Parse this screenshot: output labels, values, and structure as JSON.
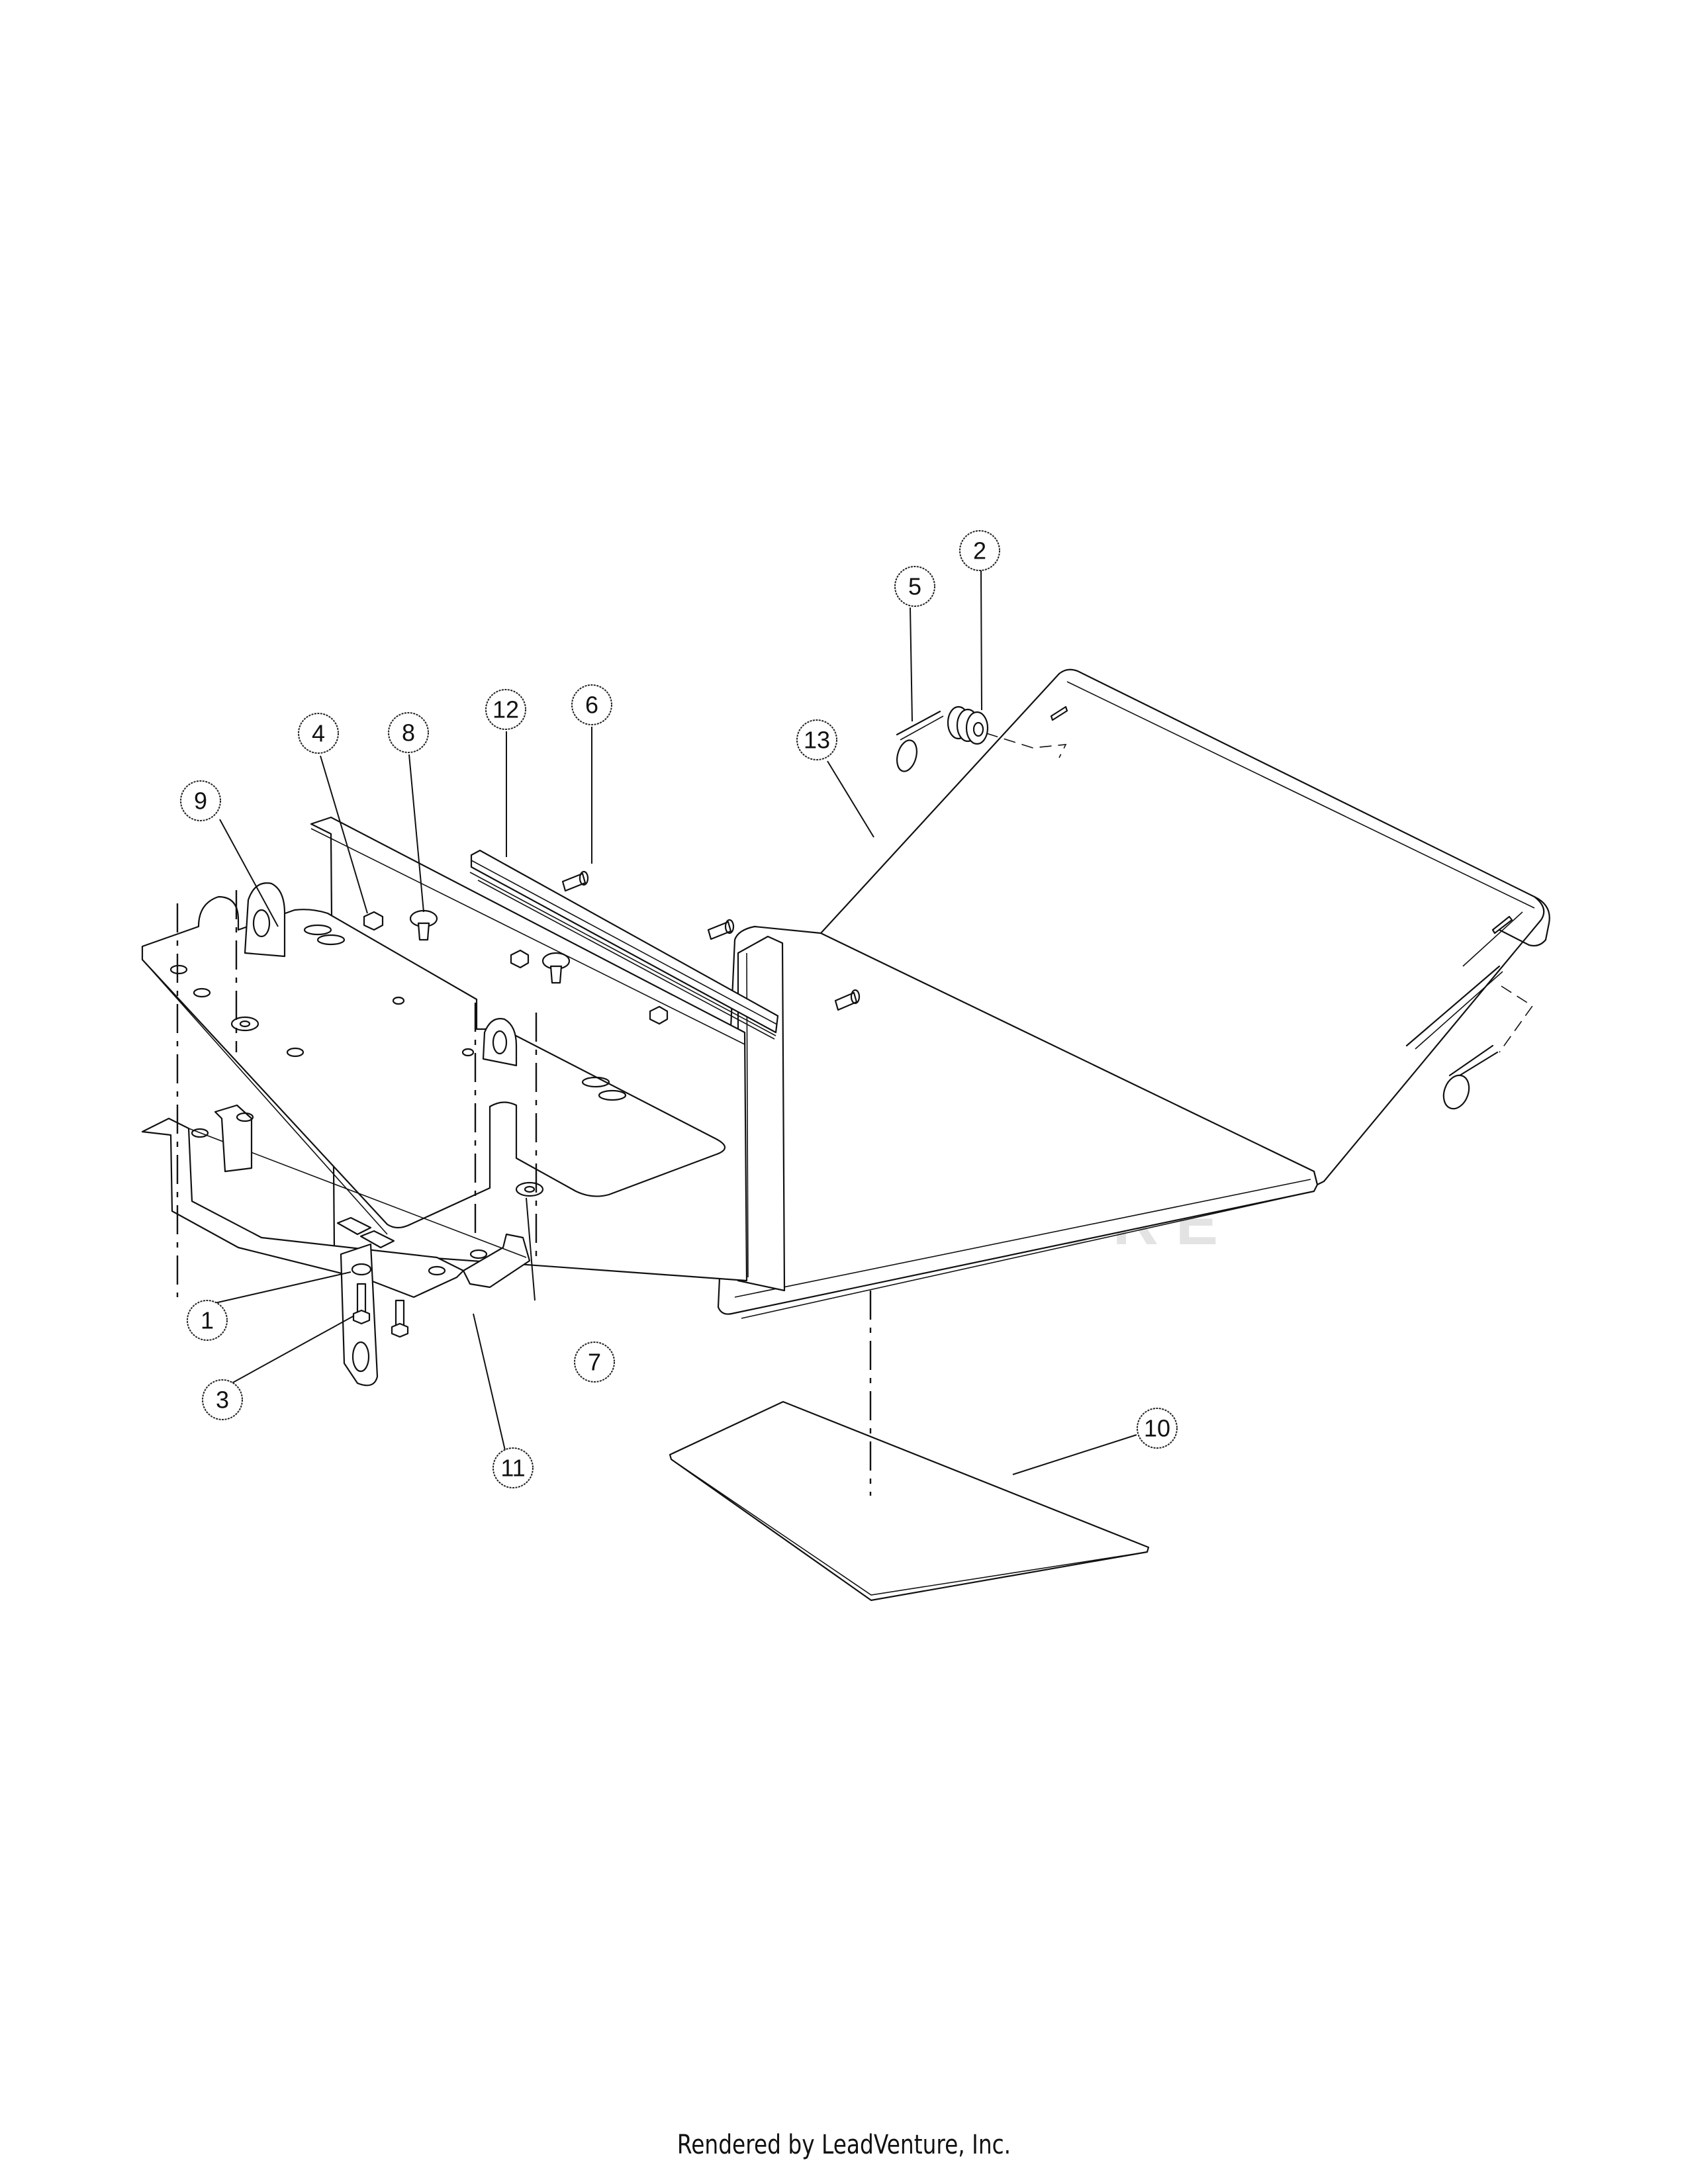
{
  "diagram": {
    "type": "exploded-parts-diagram",
    "subject": "deflector shield assembly with mounting bracket",
    "callouts": [
      {
        "id": "1",
        "label": "1"
      },
      {
        "id": "2",
        "label": "2"
      },
      {
        "id": "3",
        "label": "3"
      },
      {
        "id": "4",
        "label": "4"
      },
      {
        "id": "5",
        "label": "5"
      },
      {
        "id": "6",
        "label": "6"
      },
      {
        "id": "7",
        "label": "7"
      },
      {
        "id": "8",
        "label": "8"
      },
      {
        "id": "9",
        "label": "9"
      },
      {
        "id": "10",
        "label": "10"
      },
      {
        "id": "11",
        "label": "11"
      },
      {
        "id": "12",
        "label": "12"
      },
      {
        "id": "13",
        "label": "13"
      }
    ],
    "watermark": "LEADVENTURE"
  },
  "footer": {
    "text": "Rendered by LeadVenture, Inc."
  }
}
